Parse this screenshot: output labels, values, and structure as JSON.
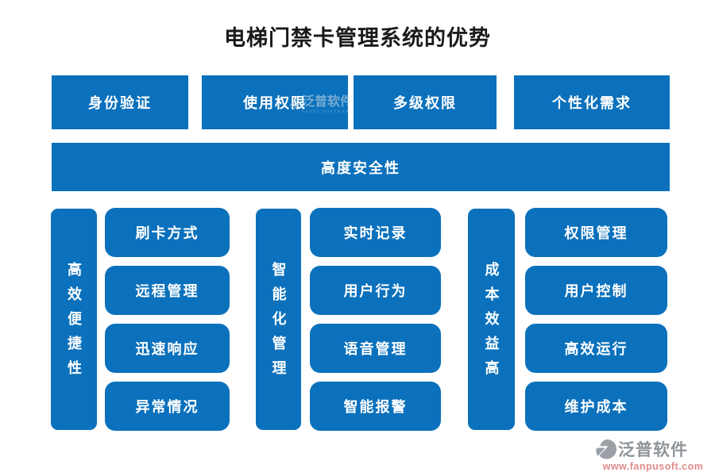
{
  "title": "电梯门禁卡管理系统的优势",
  "colors": {
    "primary_blue": "#0b71bc",
    "title_text": "#1a1a1a",
    "logo_grey": "#8f9499",
    "logo_url_red": "#e08c8c"
  },
  "top_row": {
    "items": [
      {
        "label": "身份验证"
      },
      {
        "label": "使用权限"
      },
      {
        "label": "多级权限"
      },
      {
        "label": "个性化需求"
      }
    ]
  },
  "security_bar": {
    "label": "高度安全性"
  },
  "columns": [
    {
      "header": "高效便捷性",
      "items": [
        {
          "label": "刷卡方式"
        },
        {
          "label": "远程管理"
        },
        {
          "label": "迅速响应"
        },
        {
          "label": "异常情况"
        }
      ]
    },
    {
      "header": "智能化管理",
      "items": [
        {
          "label": "实时记录"
        },
        {
          "label": "用户行为"
        },
        {
          "label": "语音管理"
        },
        {
          "label": "智能报警"
        }
      ]
    },
    {
      "header": "成本效益高",
      "items": [
        {
          "label": "权限管理"
        },
        {
          "label": "用户控制"
        },
        {
          "label": "高效运行"
        },
        {
          "label": "维护成本"
        }
      ]
    }
  ],
  "watermark": {
    "text": "泛普软件",
    "subtext": "FANPU SOFTWARE"
  },
  "footer_logo": {
    "name": "泛普软件",
    "url": "www.fanpusoft.com"
  }
}
